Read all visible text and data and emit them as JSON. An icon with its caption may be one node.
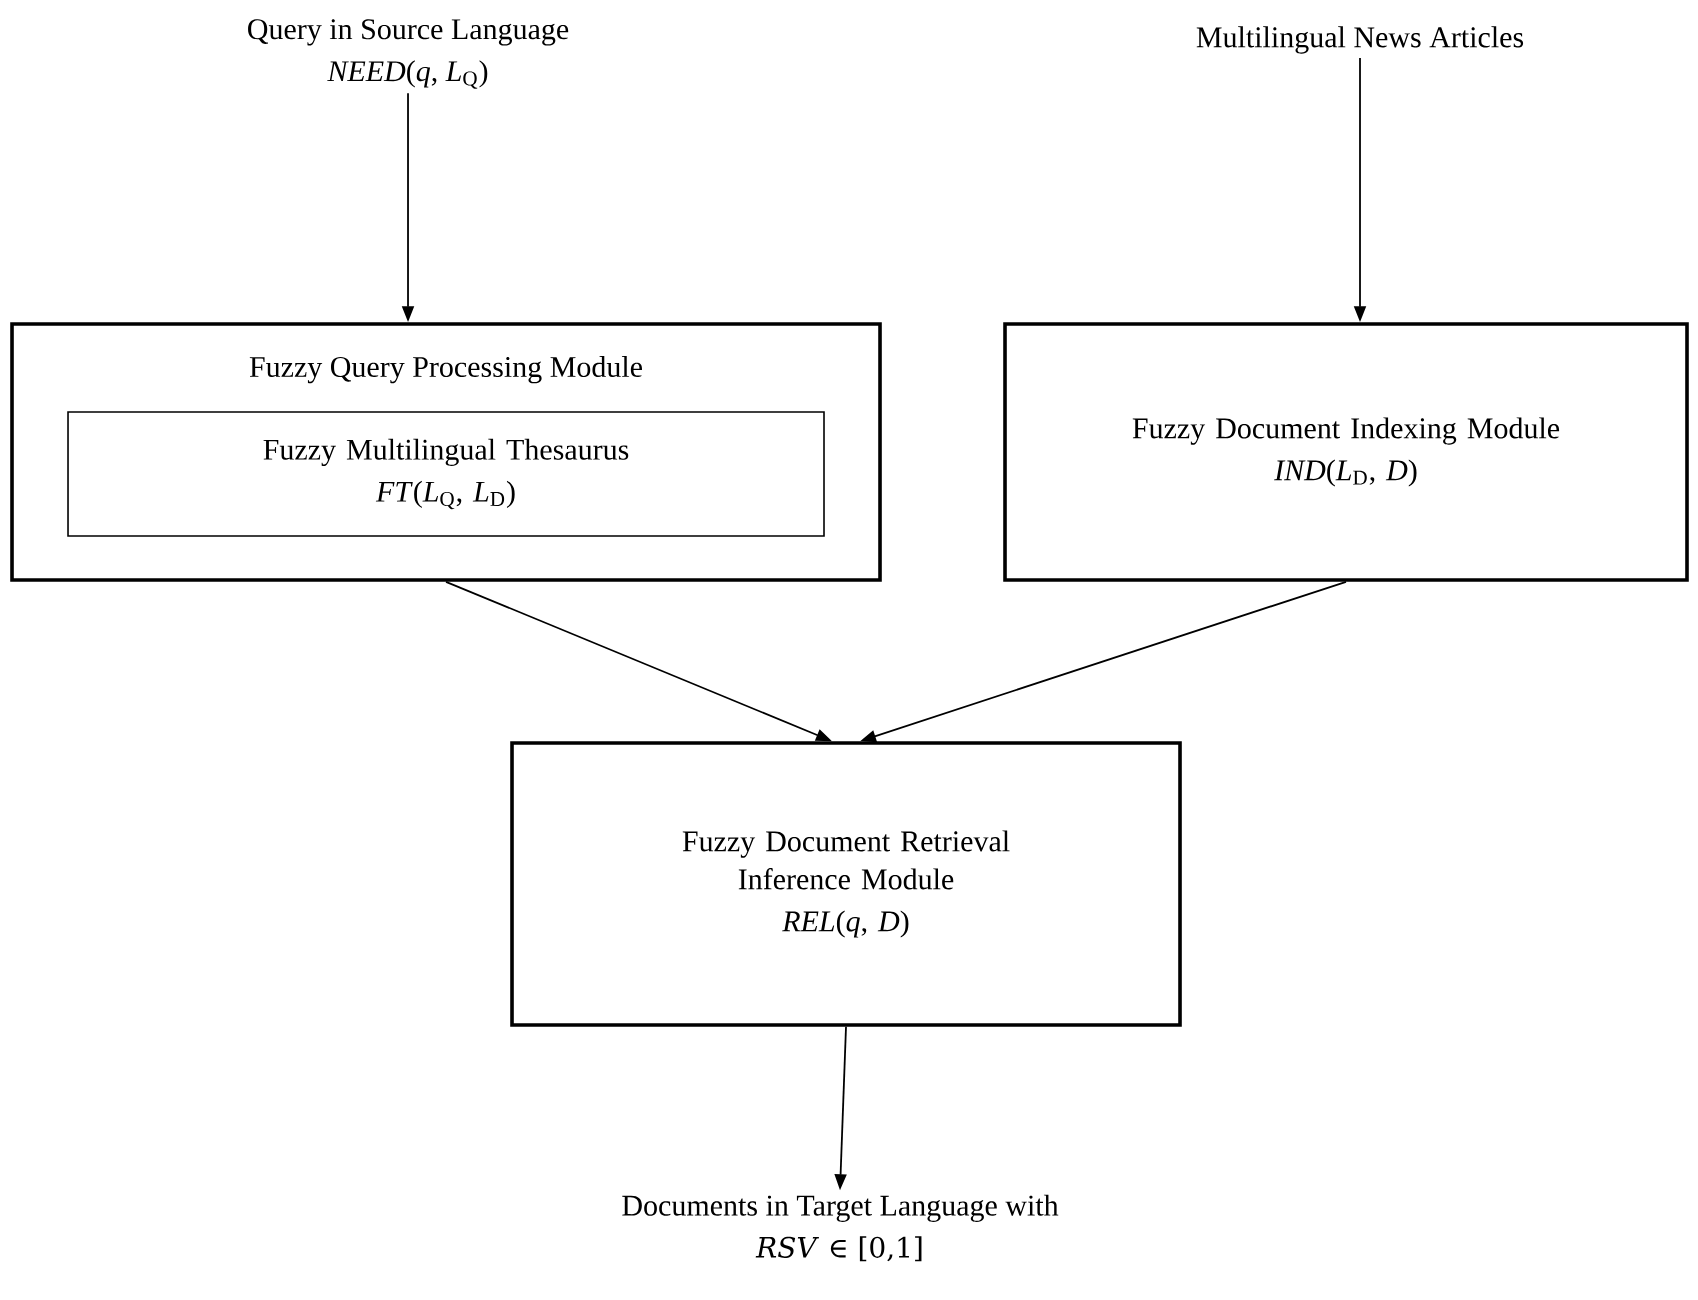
{
  "diagram": {
    "nodes": [
      {
        "text": [
          "Query in Source Language",
          "*NEED*(*q*, *L*$_{Q}$)"
        ]
      },
      {
        "text": [
          "Multilingual News Articles"
        ]
      },
      {
        "text": [
          "Fuzzy Query Processing Module"
        ]
      },
      {
        "text": [
          "Fuzzy Multilingual Thesaurus",
          "*FT*(*L*$_{Q}$, *L*$_{D}$)"
        ],
        "in": 2
      },
      {
        "text": [
          "Fuzzy Document Indexing Module",
          "*IND*(*L*$_{D}$, *D*)"
        ]
      },
      {
        "text": [
          "Fuzzy Document Retrieval Inference Module",
          "*REL*(*q*, *D*)"
        ]
      },
      {
        "text": [
          "Documents in Target Language with",
          "*RSV* ∈ [0,1]"
        ]
      }
    ],
    "edges": [
      {
        "from": 0,
        "to": 2,
        "arrow": "to"
      },
      {
        "from": 1,
        "to": 4,
        "arrow": "to"
      },
      {
        "from": 2,
        "to": 5,
        "arrow": "to"
      },
      {
        "from": 4,
        "to": 5,
        "arrow": "to"
      },
      {
        "from": 5,
        "to": 6,
        "arrow": "to"
      }
    ]
  }
}
